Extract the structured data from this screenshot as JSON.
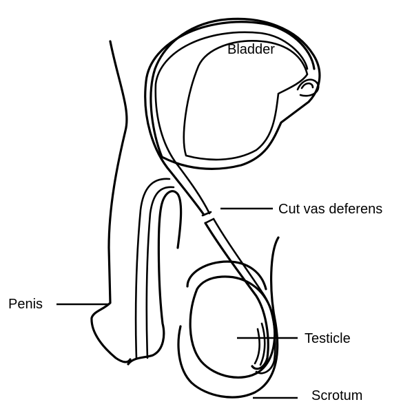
{
  "labels": {
    "bladder": "Bladder",
    "cut_vas_deferens": "Cut vas deferens",
    "penis": "Penis",
    "testicle": "Testicle",
    "scrotum": "Scrotum"
  }
}
